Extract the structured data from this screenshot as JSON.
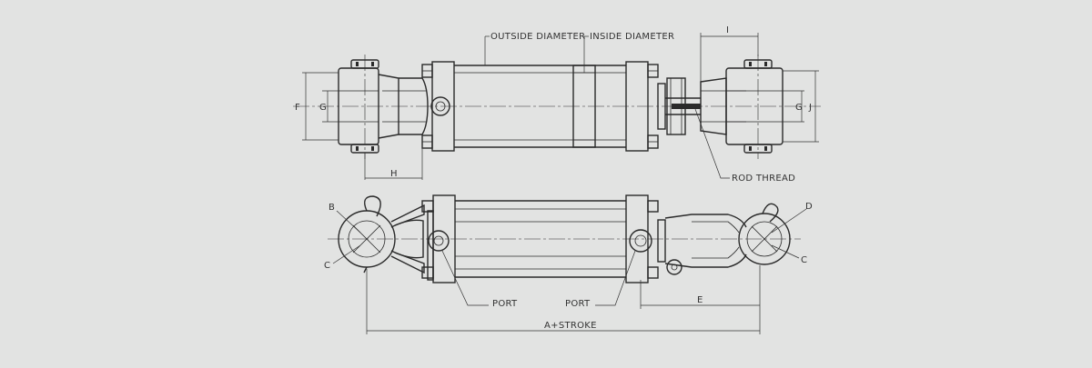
{
  "labels": {
    "outside_diameter": "OUTSIDE DIAMETER",
    "inside_diameter": "INSIDE DIAMETER",
    "rod_thread": "ROD THREAD",
    "port_left": "PORT",
    "port_right": "PORT",
    "a_stroke": "A+STROKE",
    "dim_i": "I",
    "dim_f": "F",
    "dim_g_left": "G",
    "dim_g_right": "G",
    "dim_j": "J",
    "dim_h": "H",
    "dim_e": "E",
    "dim_b": "B",
    "dim_c_left": "C",
    "dim_c_right": "C",
    "dim_d": "D"
  },
  "colors": {
    "background": "#e2e3e2",
    "line": "#2a2a2a"
  }
}
